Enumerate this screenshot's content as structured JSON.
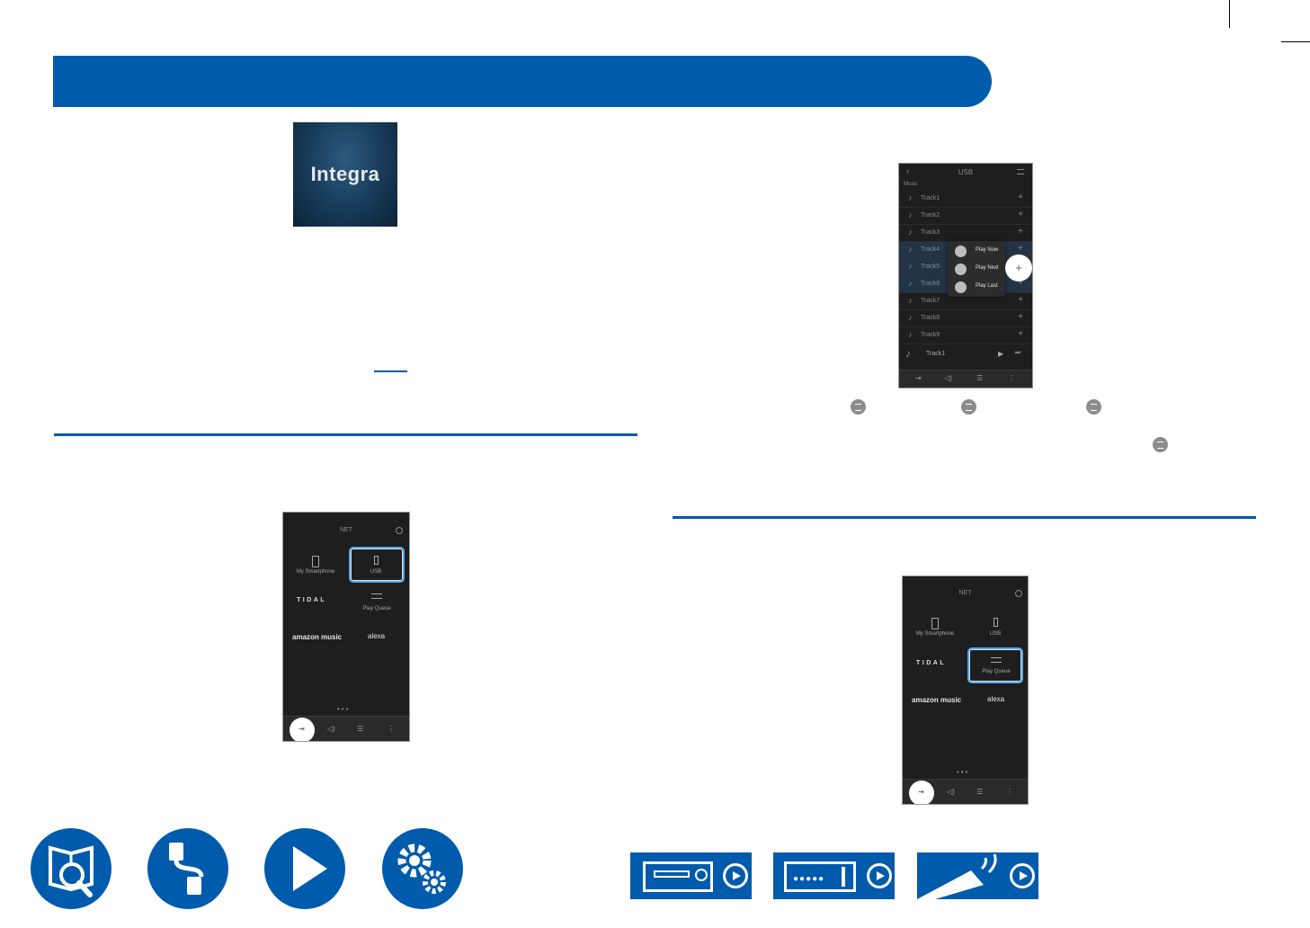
{
  "logo": {
    "text": "Integra"
  },
  "phone_net_1": {
    "title": "NET",
    "tiles": [
      {
        "label": "My Smartphone"
      },
      {
        "label": "USB"
      },
      {
        "label": "TIDAL"
      },
      {
        "label": "Play Queue"
      },
      {
        "label": "amazon music"
      },
      {
        "label": "alexa"
      }
    ],
    "bottom_icons": [
      "input-icon",
      "volume-icon",
      "settings-icon",
      "more-icon"
    ]
  },
  "phone_usb": {
    "title": "USB",
    "section": "Music",
    "tracks": [
      "Track1",
      "Track2",
      "Track3",
      "Track4",
      "Track5",
      "Track6",
      "Track7",
      "Track8",
      "Track9"
    ],
    "popup": [
      "Play Now",
      "Play Next",
      "Play Last"
    ],
    "now_playing": "Track1"
  },
  "phone_net_2": {
    "title": "NET",
    "tiles": [
      {
        "label": "My Smartphone"
      },
      {
        "label": "USB"
      },
      {
        "label": "TIDAL"
      },
      {
        "label": "Play Queue"
      },
      {
        "label": "amazon music"
      },
      {
        "label": "alexa"
      }
    ]
  },
  "nav_icons": [
    "manual-search-icon",
    "connections-icon",
    "playback-icon",
    "setup-gear-icon"
  ],
  "nav_buttons": [
    "front-panel-button",
    "rear-panel-button",
    "remote-button"
  ],
  "colors": {
    "brand_blue": "#005bac",
    "highlight": "#5aa8e8"
  }
}
